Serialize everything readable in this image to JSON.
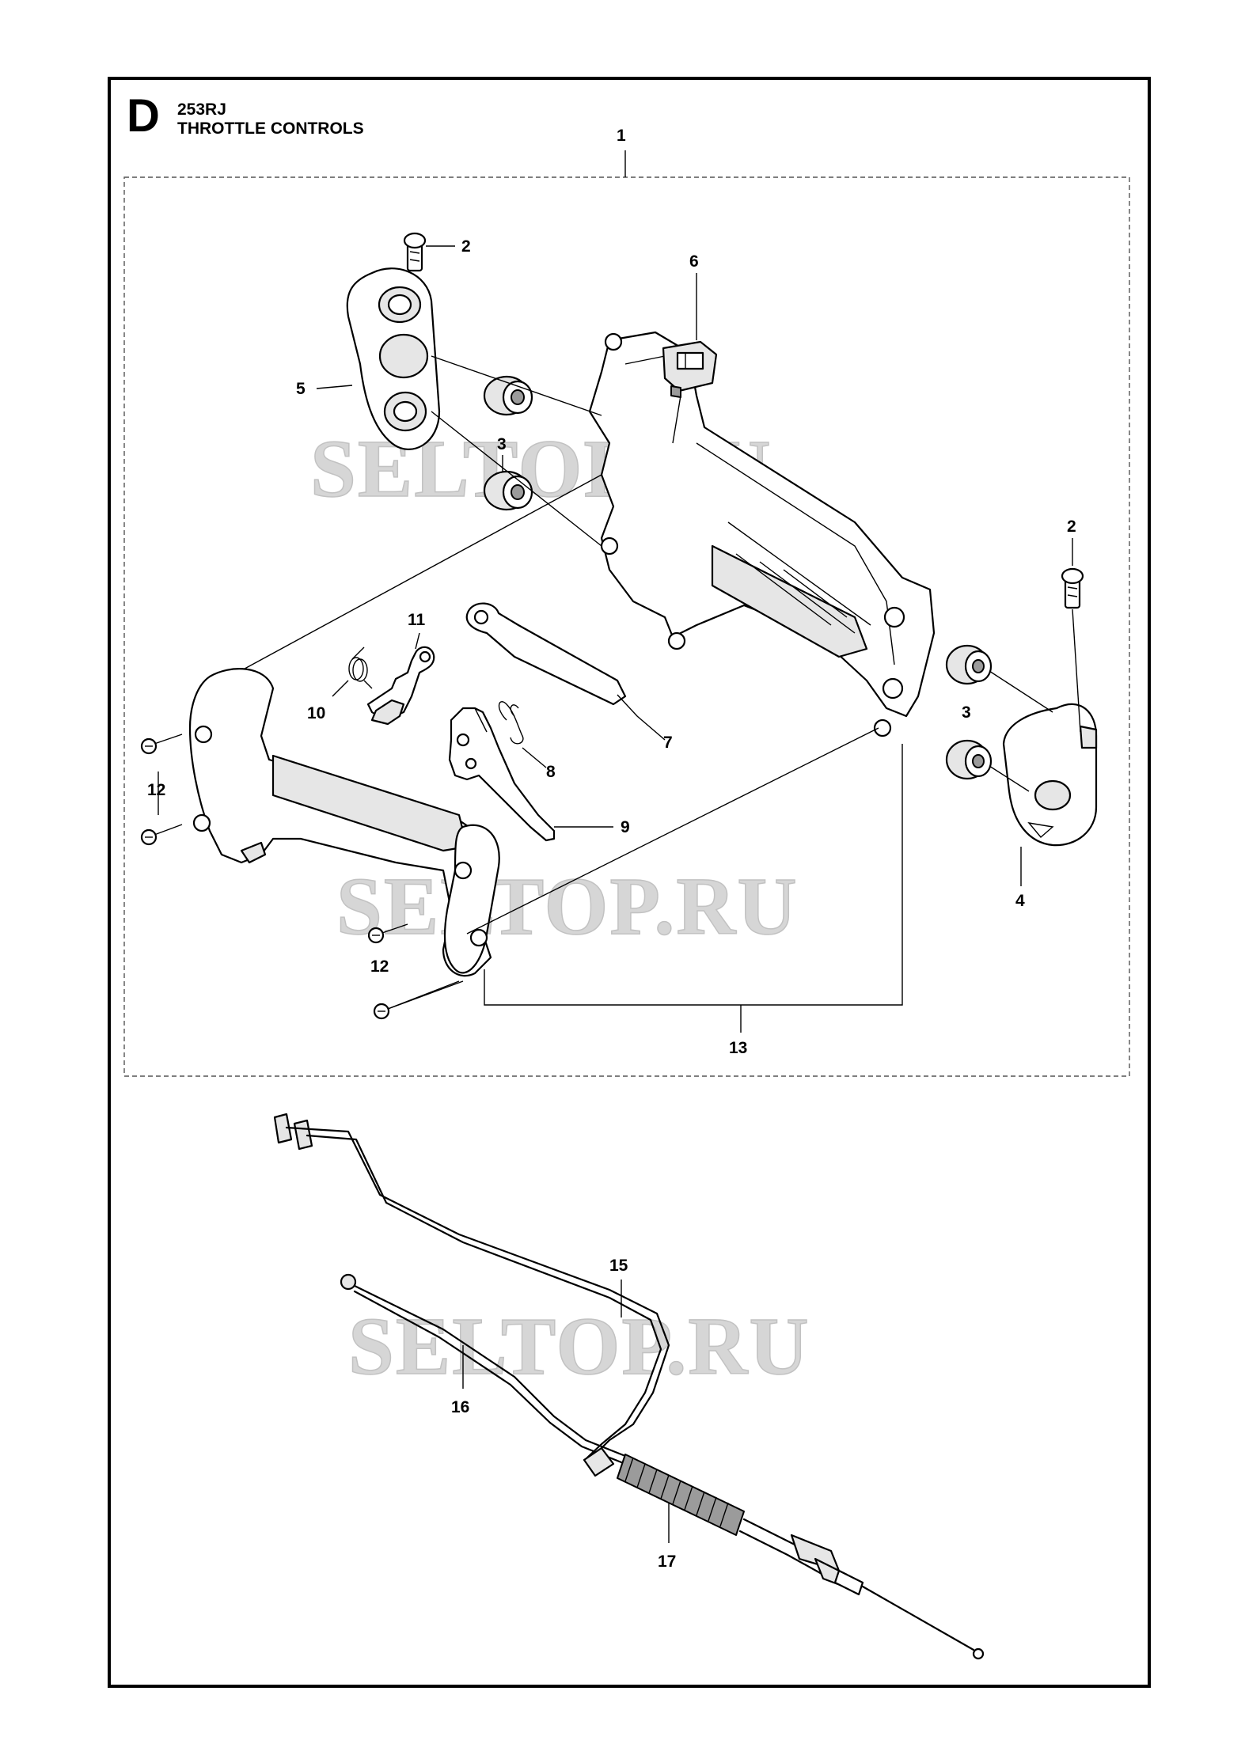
{
  "header": {
    "section_letter": "D",
    "model": "253RJ",
    "title": "THROTTLE CONTROLS"
  },
  "watermarks": [
    "SELTOP.RU",
    "SELTOP.RU",
    "SELTOP.RU"
  ],
  "callouts": {
    "c1": "1",
    "c2a": "2",
    "c2b": "2",
    "c3a": "3",
    "c3b": "3",
    "c4": "4",
    "c5": "5",
    "c6": "6",
    "c7": "7",
    "c8": "8",
    "c9": "9",
    "c10": "10",
    "c11": "11",
    "c12a": "12",
    "c12b": "12",
    "c13": "13",
    "c15": "15",
    "c16": "16",
    "c17": "17"
  }
}
